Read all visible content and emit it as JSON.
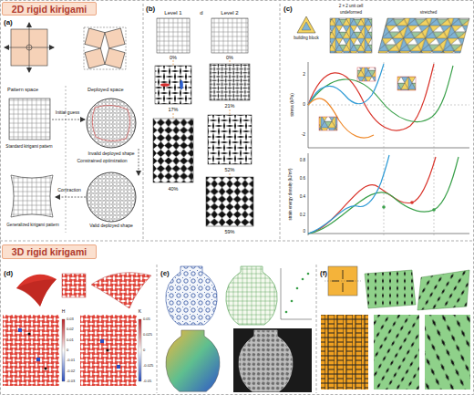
{
  "diagram": {
    "nodes": [
      {
        "text": [
          "2D rigid kirigami"
        ]
      },
      {
        "text": [
          "3D rigid kirigami"
        ]
      }
    ],
    "labels": [
      "(a)",
      "Pattern space",
      "Deployed space",
      "Initial guess",
      "Invalid deployed shape",
      "Constrained optimization",
      "Valid deployed shape",
      "Contraction",
      "Standard kirigami pattern",
      "Generalized kirigami pattern",
      "(b)",
      "Level 1",
      "d",
      "Level 2",
      "0%",
      "0%",
      "17%",
      "21%",
      "40%",
      "52%",
      "59%",
      "(c)",
      "building block",
      "2 × 2 unit cell",
      "undeformed",
      "stretched",
      "stress (kPa)",
      "2",
      "0",
      "-2",
      "strain energy density (kJ/m³)",
      "0.8",
      "0.6",
      "0.4",
      "0.2",
      "0",
      "(d)",
      "H",
      "0.03",
      "0.02",
      "0.01",
      "0",
      "-0.01",
      "-0.02",
      "-0.03",
      "K",
      "0.05",
      "0.025",
      "0",
      "-0.025",
      "-0.05",
      "(e)",
      "(f)"
    ]
  }
}
